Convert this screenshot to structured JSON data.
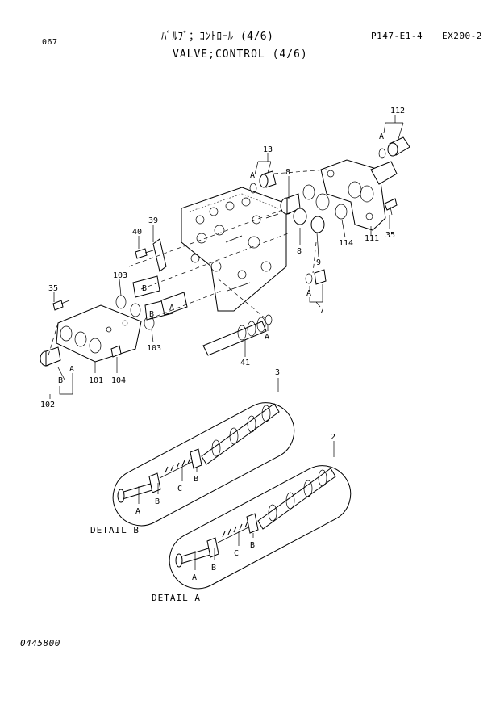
{
  "header": {
    "page_number": "067",
    "title_jp": "ﾊﾞﾙﾌﾞ；ｺﾝﾄﾛｰﾙ (4/6)",
    "title_en": "VALVE;CONTROL (4/6)",
    "catalog_ref": "P147-E1-4",
    "model": "EX200-2"
  },
  "callouts": {
    "c112": "112",
    "c13": "13",
    "c8a": "8",
    "c8b": "8",
    "c9": "9",
    "c114": "114",
    "c111": "111",
    "c35a": "35",
    "c39": "39",
    "c40": "40",
    "c103a": "103",
    "c103b": "103",
    "c35b": "35",
    "c7": "7",
    "c41": "41",
    "c101": "101",
    "c104": "104",
    "c102": "102",
    "c3": "3",
    "c2": "2"
  },
  "letters": {
    "a1": "A",
    "a2": "A",
    "a3": "A",
    "a4": "A",
    "a5": "A",
    "a6": "A",
    "a7": "A",
    "a8": "A",
    "b1": "B",
    "b2": "B",
    "b3": "B",
    "b4": "B",
    "b5": "B",
    "b6": "B",
    "b7": "B",
    "c1": "C",
    "c2": "C"
  },
  "details": {
    "detail_b": "DETAIL B",
    "detail_a": "DETAIL A"
  },
  "footer": {
    "drawing_no": "0445800"
  }
}
